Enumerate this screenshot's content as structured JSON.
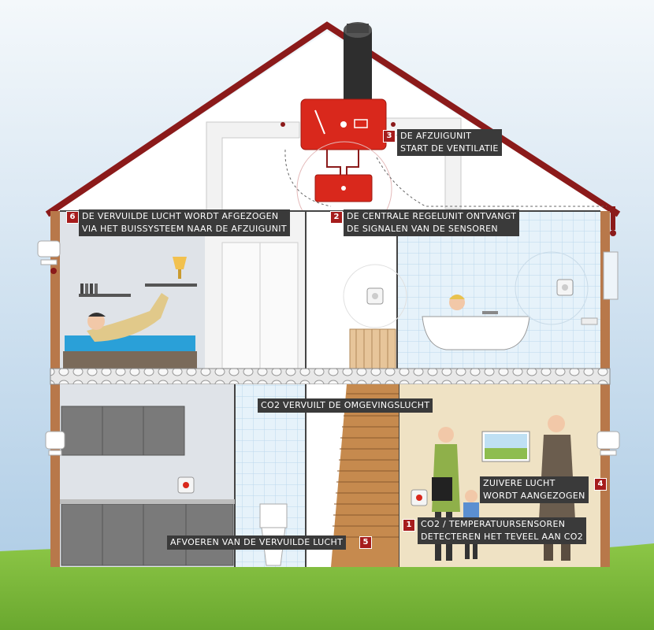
{
  "colors": {
    "roof": "#8b1a1a",
    "wall": "#b8784a",
    "unit_red": "#d9281c",
    "label_bg": "#3a3a3a",
    "badge_bg": "#a61c1c",
    "sky_top": "#d6e6f2",
    "grass": "#7dba3c"
  },
  "labels": {
    "step1": {
      "number": "1",
      "line1": "CO2 / TEMPERATUURSENSOREN",
      "line2": "DETECTEREN HET TEVEEL AAN CO2"
    },
    "step2": {
      "number": "2",
      "line1": "DE CENTRALE REGELUNIT ONTVANGT",
      "line2": "DE SIGNALEN VAN DE SENSOREN"
    },
    "step3": {
      "number": "3",
      "line1": "DE AFZUIGUNIT",
      "line2": "START DE VENTILATIE"
    },
    "step4": {
      "number": "4",
      "line1": "ZUIVERE LUCHT",
      "line2": "WORDT AANGEZOGEN"
    },
    "step5": {
      "number": "5",
      "line1": "AFVOEREN VAN DE VERVUILDE LUCHT"
    },
    "step6": {
      "number": "6",
      "line1": "DE VERVUILDE LUCHT WORDT AFGEZOGEN",
      "line2": "VIA HET BUISSYSTEEM NAAR DE AFZUIGUNIT"
    },
    "co2": {
      "line1": "CO2 VERVUILT DE OMGEVINGSLUCHT"
    }
  },
  "icons": [
    "extraction-unit-icon",
    "control-unit-icon",
    "co2-sensor-icon",
    "chimney-icon",
    "vent-icon"
  ]
}
